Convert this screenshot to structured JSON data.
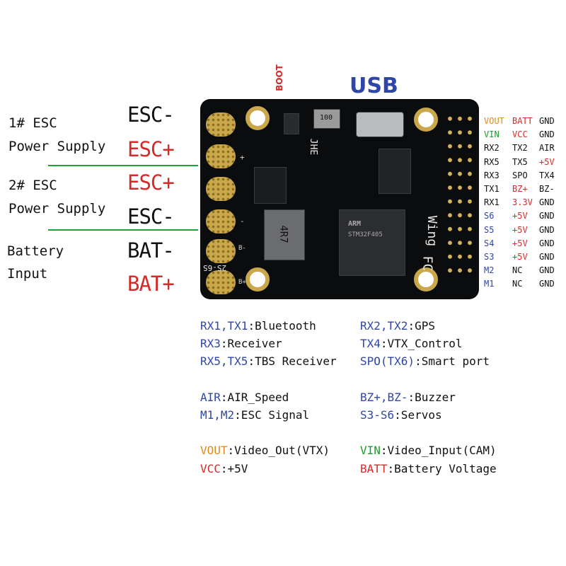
{
  "top": {
    "usb": "USB",
    "boot": "BOOT"
  },
  "left": {
    "esc1_line1": "1# ESC",
    "esc1_line2": "Power Supply",
    "esc2_line1": "2# ESC",
    "esc2_line2": "Power Supply",
    "batt_line1": "Battery",
    "batt_line2": "Input"
  },
  "pads": [
    "ESC-",
    "ESC+",
    "ESC+",
    "ESC-",
    "BAT-",
    "BAT+"
  ],
  "pad_colors": [
    "#111111",
    "#d42a2a",
    "#d42a2a",
    "#111111",
    "#111111",
    "#d42a2a"
  ],
  "board": {
    "pad_plus": "+",
    "pad_minus": "-",
    "bat_minus": "B-",
    "bat_plus": "B+",
    "cell": "2S-6S",
    "brand": "JHE",
    "fc1": "Wing",
    "fc2": "FC",
    "inductor": "4R7",
    "inductor2": "100",
    "mcu1": "ARM",
    "mcu2": "STM32F405"
  },
  "pins": [
    [
      {
        "t": "VOUT",
        "c": "#e08a1e"
      },
      {
        "t": "BATT",
        "c": "#d42a2a"
      },
      {
        "t": "GND",
        "c": "#111111"
      }
    ],
    [
      {
        "t": "VIN",
        "c": "#1e9a2c"
      },
      {
        "t": "VCC",
        "c": "#d42a2a"
      },
      {
        "t": "GND",
        "c": "#111111"
      }
    ],
    [
      {
        "t": "RX2",
        "c": "#111111"
      },
      {
        "t": "TX2",
        "c": "#111111"
      },
      {
        "t": "AIR",
        "c": "#111111"
      }
    ],
    [
      {
        "t": "RX5",
        "c": "#111111"
      },
      {
        "t": "TX5",
        "c": "#111111"
      },
      {
        "t": "+5V",
        "c": "#d42a2a"
      }
    ],
    [
      {
        "t": "RX3",
        "c": "#111111"
      },
      {
        "t": "SPO",
        "c": "#111111"
      },
      {
        "t": "TX4",
        "c": "#111111"
      }
    ],
    [
      {
        "t": "TX1",
        "c": "#111111"
      },
      {
        "t": "BZ+",
        "c": "#d42a2a"
      },
      {
        "t": "BZ-",
        "c": "#111111"
      }
    ],
    [
      {
        "t": "RX1",
        "c": "#111111"
      },
      {
        "t": "3.3V",
        "c": "#d42a2a"
      },
      {
        "t": "GND",
        "c": "#111111"
      }
    ],
    [
      {
        "t": "S6",
        "c": "#2e46a6"
      },
      {
        "t": "+5V",
        "c": "#d42a2a"
      },
      {
        "t": "GND",
        "c": "#111111"
      }
    ],
    [
      {
        "t": "S5",
        "c": "#2e46a6"
      },
      {
        "t": "+5V",
        "c": "#d42a2a"
      },
      {
        "t": "GND",
        "c": "#111111"
      }
    ],
    [
      {
        "t": "S4",
        "c": "#2e46a6"
      },
      {
        "t": "+5V",
        "c": "#d42a2a"
      },
      {
        "t": "GND",
        "c": "#111111"
      }
    ],
    [
      {
        "t": "S3",
        "c": "#2e46a6"
      },
      {
        "t": "+5V",
        "c": "#d42a2a"
      },
      {
        "t": "GND",
        "c": "#111111"
      }
    ],
    [
      {
        "t": "M2",
        "c": "#2e46a6"
      },
      {
        "t": "NC",
        "c": "#111111"
      },
      {
        "t": "GND",
        "c": "#111111"
      }
    ],
    [
      {
        "t": "M1",
        "c": "#2e46a6"
      },
      {
        "t": "NC",
        "c": "#111111"
      },
      {
        "t": "GND",
        "c": "#111111"
      }
    ]
  ],
  "legend": {
    "l1k": "RX1,TX1",
    "l1v": ":Bluetooth",
    "l2k": "RX3",
    "l2v": ":Receiver",
    "l3k": "RX5,TX5",
    "l3v": ":TBS Receiver",
    "r1k": "RX2,TX2",
    "r1v": ":GPS",
    "r2k": "TX4",
    "r2v": ":VTX_Control",
    "r3k": "SPO(TX6)",
    "r3v": ":Smart port",
    "l4k": "AIR",
    "l4v": ":AIR_Speed",
    "l5k": "M1,M2",
    "l5v": ":ESC Signal",
    "r4k": "BZ+,BZ-",
    "r4v": ":Buzzer",
    "r5k": "S3-S6",
    "r5v": ":Servos",
    "l6k": "VOUT",
    "l6v": ":Video_Out(VTX)",
    "l7k": "VCC",
    "l7v": ":+5V",
    "r6k": "VIN",
    "r6v": ":Video_Input(CAM)",
    "r7k": "BATT",
    "r7v": ":Battery Voltage"
  },
  "colors": {
    "blue": "#2e46a6",
    "orange": "#e08a1e",
    "green": "#1e9a2c",
    "red": "#d42a2a",
    "line": "#1aa33a"
  }
}
